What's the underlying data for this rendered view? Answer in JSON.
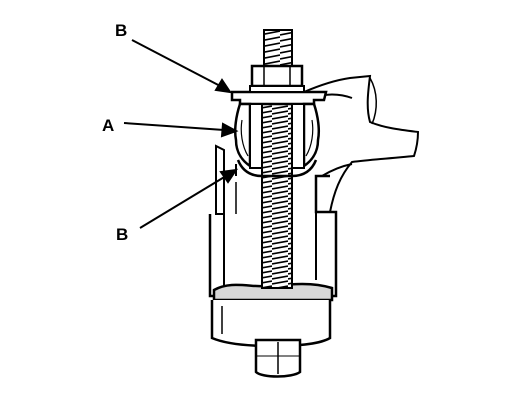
{
  "callouts": [
    {
      "id": "label-b-top",
      "text": "B"
    },
    {
      "id": "label-a",
      "text": "A"
    },
    {
      "id": "label-b-bottom",
      "text": "B"
    }
  ],
  "colors": {
    "ink": "#000000",
    "paper": "#ffffff",
    "shade": "#bdbdbd"
  }
}
